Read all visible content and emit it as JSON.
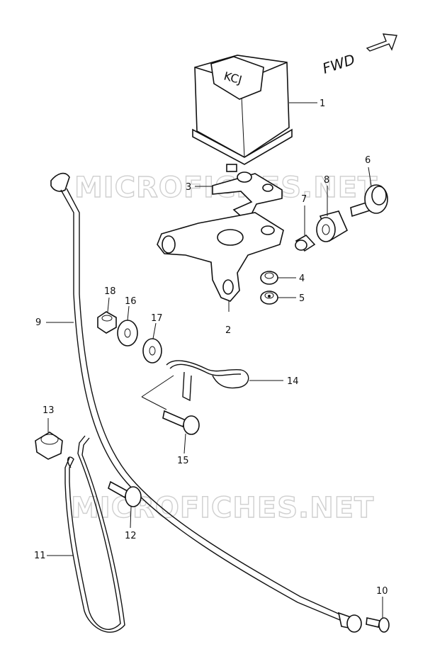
{
  "fwd_label": "FWD",
  "watermarks": [
    "MICROFICHES.NET",
    "MICROFICHES.NET"
  ],
  "callouts": {
    "c1": "1",
    "c2": "2",
    "c3": "3",
    "c4": "4",
    "c5": "5",
    "c6": "6",
    "c7": "7",
    "c8": "8",
    "c9": "9",
    "c10": "10",
    "c11": "11",
    "c12": "12",
    "c13": "13",
    "c14": "14",
    "c15": "15",
    "c16": "16",
    "c17": "17",
    "c18": "18"
  },
  "module_label": "KCJ",
  "line_color": "#111111",
  "watermark_color": "#cfcfcf"
}
